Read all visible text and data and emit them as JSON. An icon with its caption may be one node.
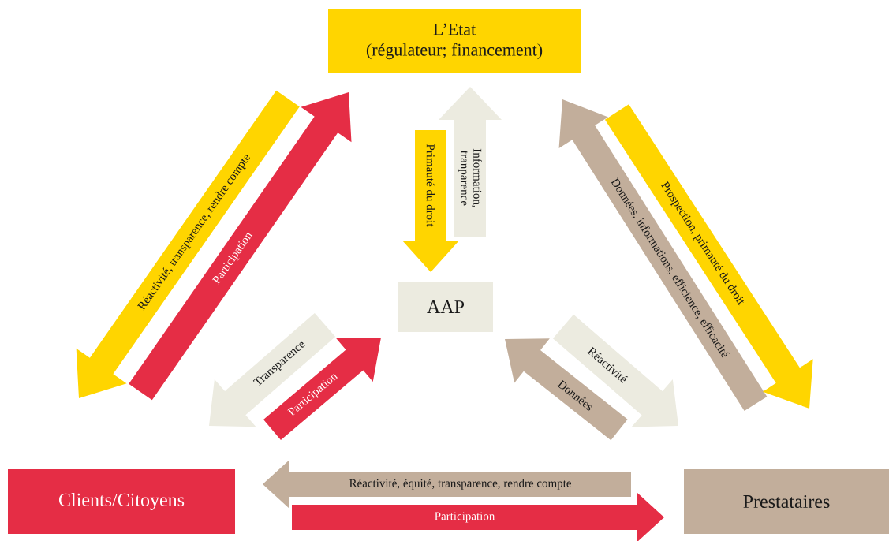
{
  "diagram": {
    "nodes": [
      {
        "text": [
          "L’Etat",
          "(régulateur; financement)"
        ]
      },
      {
        "text": [
          "AAP"
        ]
      },
      {
        "text": [
          "Clients/Citoyens"
        ]
      },
      {
        "text": [
          "Prestataires"
        ]
      }
    ],
    "edges": [
      {
        "from": 0,
        "to": 2,
        "arrow": "to",
        "label": "Réactivité, transparence, rendre compte",
        "color": "#ffd500"
      },
      {
        "from": 2,
        "to": 0,
        "arrow": "to",
        "label": "Participation",
        "color": "#e52d45"
      },
      {
        "from": 0,
        "to": 1,
        "arrow": "to",
        "label": "Primauté du droit",
        "color": "#ffd500"
      },
      {
        "from": 1,
        "to": 0,
        "arrow": "to",
        "label": "Information, tranparence",
        "color": "#ecebe0"
      },
      {
        "from": 3,
        "to": 0,
        "arrow": "to",
        "label": "Données, informations, efficience, efficacité",
        "color": "#c2ae9b"
      },
      {
        "from": 0,
        "to": 3,
        "arrow": "to",
        "label": "Prospection, primauté du droit",
        "color": "#ffd500"
      },
      {
        "from": 1,
        "to": 2,
        "arrow": "to",
        "label": "Transparence",
        "color": "#ecebe0"
      },
      {
        "from": 2,
        "to": 1,
        "arrow": "to",
        "label": "Participation",
        "color": "#e52d45"
      },
      {
        "from": 1,
        "to": 3,
        "arrow": "to",
        "label": "Réactivité",
        "color": "#ecebe0"
      },
      {
        "from": 3,
        "to": 1,
        "arrow": "to",
        "label": "Données",
        "color": "#c2ae9b"
      },
      {
        "from": 3,
        "to": 2,
        "arrow": "to",
        "label": "Réactivité, équité, transparence, rendre compte",
        "color": "#c2ae9b"
      },
      {
        "from": 2,
        "to": 3,
        "arrow": "to",
        "label": "Participation",
        "color": "#e52d45"
      }
    ]
  }
}
